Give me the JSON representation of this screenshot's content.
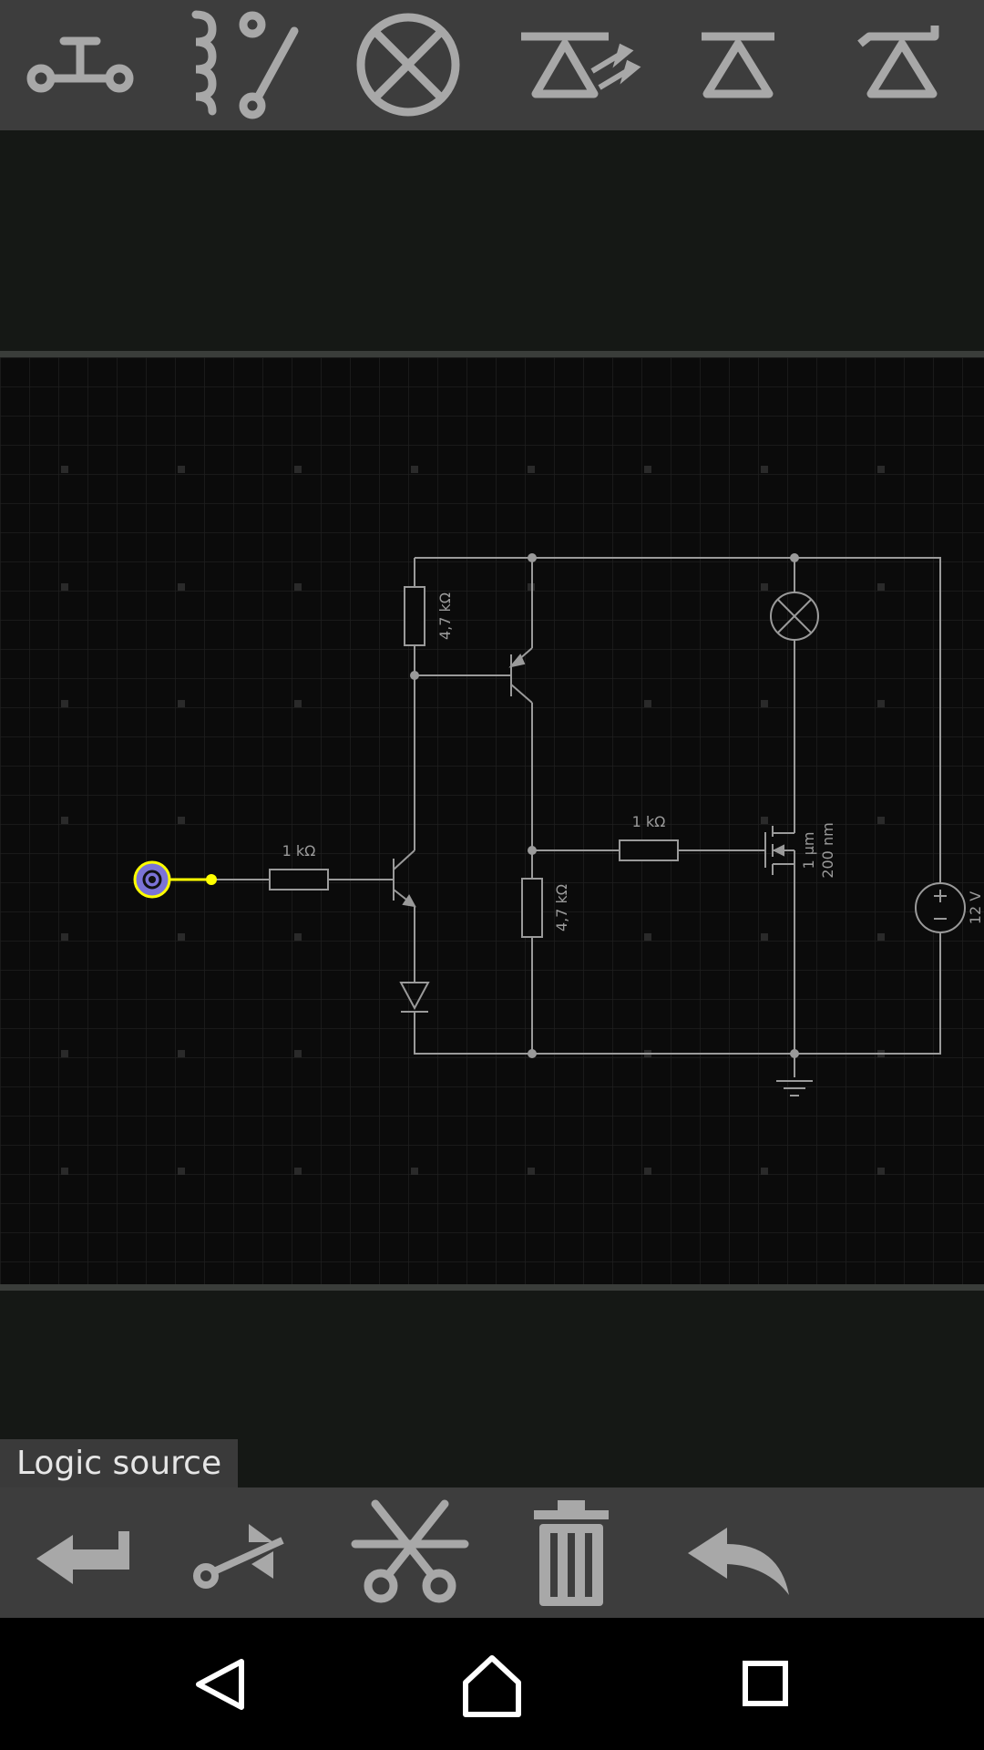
{
  "toolbar_top": {
    "items": [
      {
        "name": "push-button",
        "icon": "push-button-icon"
      },
      {
        "name": "relay",
        "icon": "relay-icon"
      },
      {
        "name": "lamp",
        "icon": "lamp-icon"
      },
      {
        "name": "led",
        "icon": "led-icon"
      },
      {
        "name": "diode",
        "icon": "diode-icon"
      },
      {
        "name": "zener-diode",
        "icon": "zener-diode-icon"
      }
    ]
  },
  "circuit": {
    "r_top": "4,7 kΩ",
    "r_input": "1 kΩ",
    "r_mid": "1 kΩ",
    "r_bottom": "4,7 kΩ",
    "mosfet_l": "1 µm",
    "mosfet_w": "200 nm",
    "source_voltage": "12 V"
  },
  "status": {
    "selected_label": "Logic source"
  },
  "toolbar_bottom": {
    "items": [
      {
        "name": "rotate",
        "icon": "rotate-arrow-icon"
      },
      {
        "name": "mirror",
        "icon": "mirror-icon"
      },
      {
        "name": "cut",
        "icon": "scissors-icon"
      },
      {
        "name": "delete",
        "icon": "trash-icon"
      },
      {
        "name": "undo",
        "icon": "undo-icon"
      }
    ]
  },
  "colors": {
    "toolbar_bg": "#3d3d3d",
    "icon": "#a8a8a8",
    "wire": "#9a9a9a",
    "selected": "#ffff00",
    "logic_fill": "#7b73d6"
  }
}
